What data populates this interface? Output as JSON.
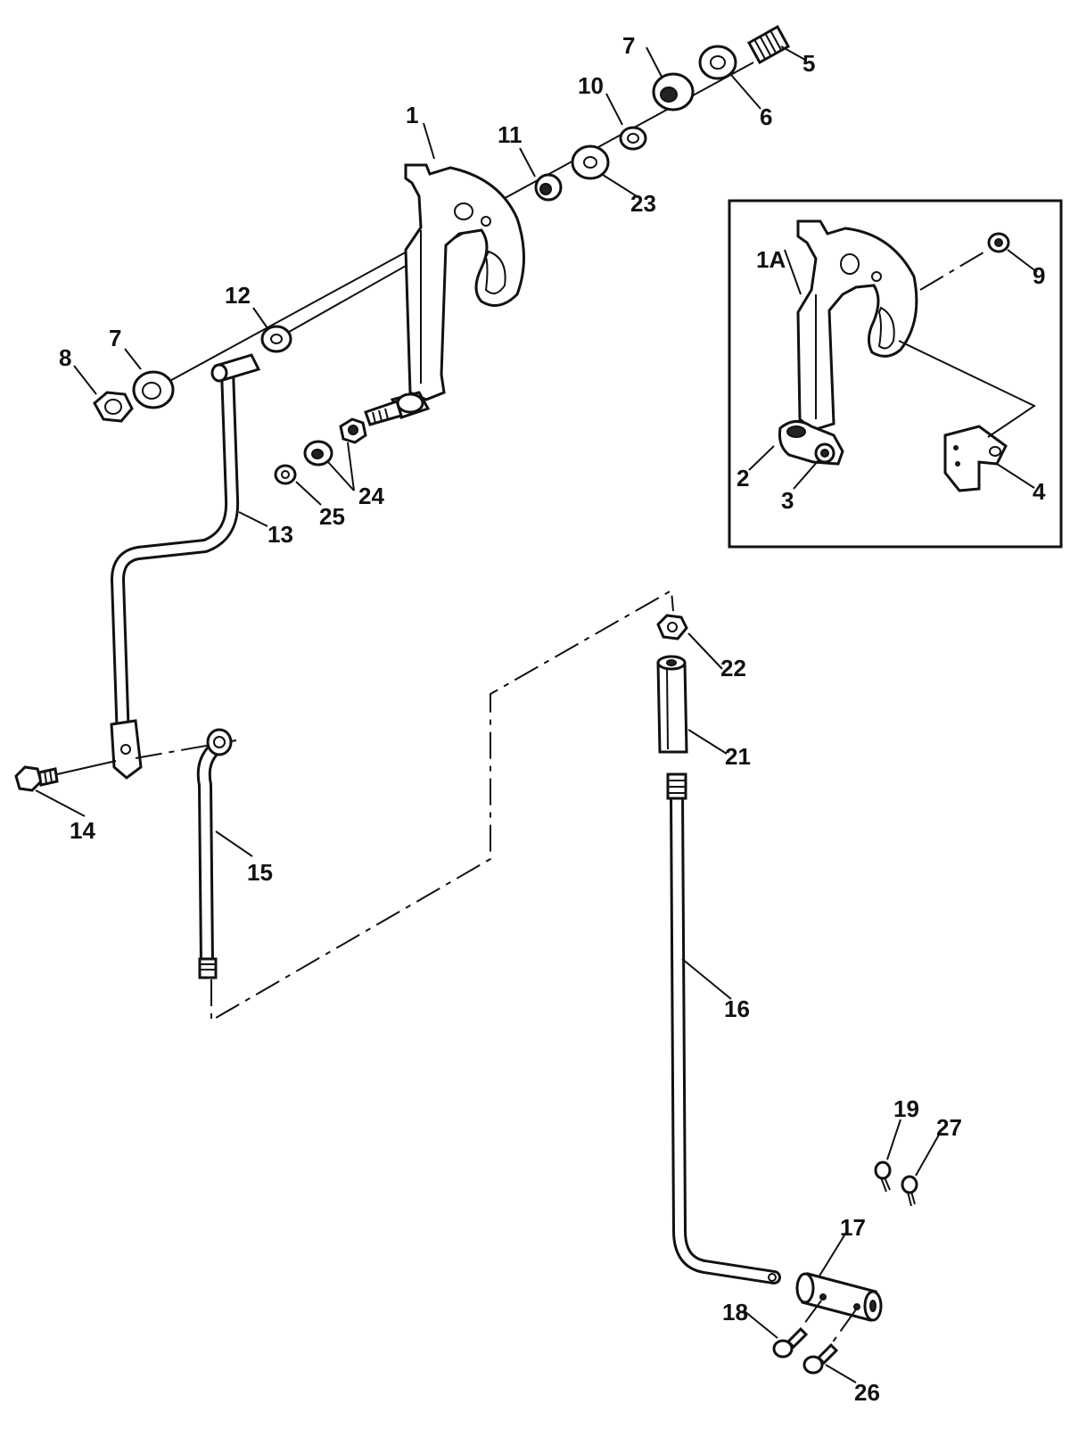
{
  "diagram": {
    "labels": {
      "p1": "1",
      "p1a": "1A",
      "p2": "2",
      "p3": "3",
      "p4": "4",
      "p5": "5",
      "p6": "6",
      "p7a": "7",
      "p7b": "7",
      "p8": "8",
      "p9": "9",
      "p10": "10",
      "p11": "11",
      "p12": "12",
      "p13": "13",
      "p14": "14",
      "p15": "15",
      "p16": "16",
      "p17": "17",
      "p18": "18",
      "p19": "19",
      "p21": "21",
      "p22": "22",
      "p23": "23",
      "p24": "24",
      "p25": "25",
      "p26": "26",
      "p27": "27"
    }
  }
}
